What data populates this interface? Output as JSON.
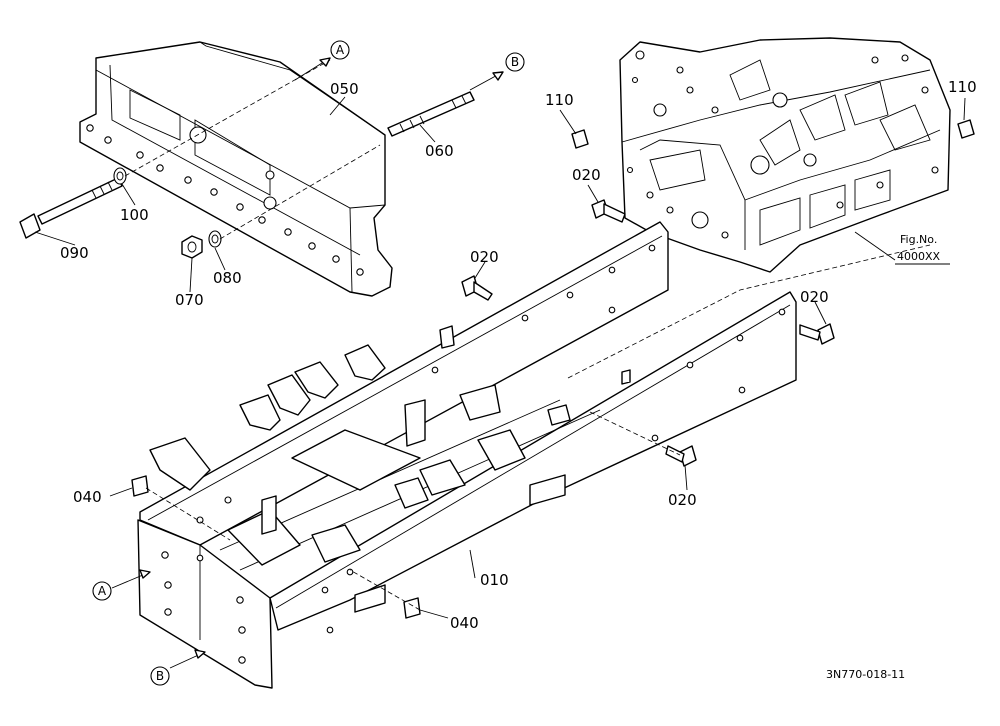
{
  "callouts": {
    "p010": "010",
    "p020a": "020",
    "p020b": "020",
    "p020c": "020",
    "p020d": "020",
    "p040a": "040",
    "p040b": "040",
    "p050": "050",
    "p060": "060",
    "p070": "070",
    "p080": "080",
    "p090": "090",
    "p100": "100",
    "p110a": "110",
    "p110b": "110"
  },
  "refs": {
    "a_top": "A",
    "b_top": "B",
    "a_bottom": "A",
    "b_bottom": "B"
  },
  "figure_ref": {
    "line1": "Fig.No.",
    "line2": "4000XX"
  },
  "drawing_number": "3N770-018-11"
}
